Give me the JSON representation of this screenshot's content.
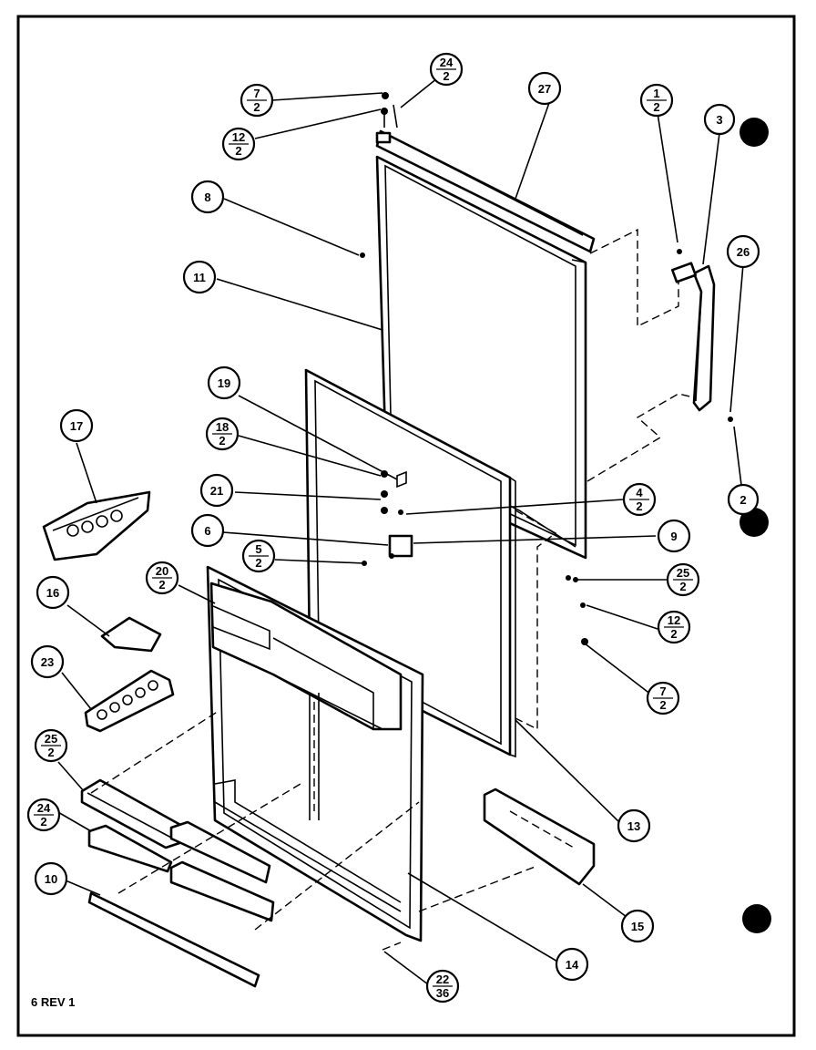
{
  "sheet": {
    "revision_label": "6 REV 1"
  },
  "callouts": [
    {
      "id": "c-7a",
      "top": "7",
      "bottom": "2"
    },
    {
      "id": "c-24a",
      "top": "24",
      "bottom": "2"
    },
    {
      "id": "c-27",
      "top": "27"
    },
    {
      "id": "c-12a",
      "top": "12",
      "bottom": "2"
    },
    {
      "id": "c-1",
      "top": "1",
      "bottom": "2"
    },
    {
      "id": "c-3",
      "top": "3"
    },
    {
      "id": "c-8",
      "top": "8"
    },
    {
      "id": "c-26",
      "top": "26"
    },
    {
      "id": "c-11",
      "top": "11"
    },
    {
      "id": "c-19",
      "top": "19"
    },
    {
      "id": "c-17",
      "top": "17"
    },
    {
      "id": "c-18",
      "top": "18",
      "bottom": "2"
    },
    {
      "id": "c-21",
      "top": "21"
    },
    {
      "id": "c-4",
      "top": "4",
      "bottom": "2"
    },
    {
      "id": "c-2",
      "top": "2"
    },
    {
      "id": "c-6",
      "top": "6"
    },
    {
      "id": "c-9",
      "top": "9"
    },
    {
      "id": "c-5",
      "top": "5",
      "bottom": "2"
    },
    {
      "id": "c-20",
      "top": "20",
      "bottom": "2"
    },
    {
      "id": "c-16",
      "top": "16"
    },
    {
      "id": "c-25a",
      "top": "25",
      "bottom": "2"
    },
    {
      "id": "c-12b",
      "top": "12",
      "bottom": "2"
    },
    {
      "id": "c-23",
      "top": "23"
    },
    {
      "id": "c-7b",
      "top": "7",
      "bottom": "2"
    },
    {
      "id": "c-25b",
      "top": "25",
      "bottom": "2"
    },
    {
      "id": "c-13",
      "top": "13"
    },
    {
      "id": "c-24b",
      "top": "24",
      "bottom": "2"
    },
    {
      "id": "c-10",
      "top": "10"
    },
    {
      "id": "c-15",
      "top": "15"
    },
    {
      "id": "c-14",
      "top": "14"
    },
    {
      "id": "c-22",
      "top": "22",
      "bottom": "36"
    }
  ]
}
